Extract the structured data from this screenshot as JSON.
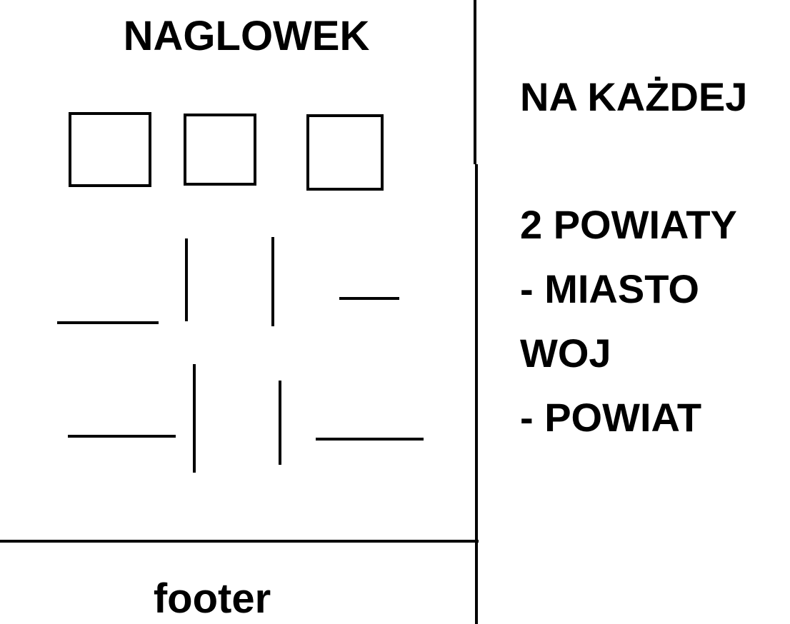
{
  "header": {
    "title": "NAGLOWEK"
  },
  "footer": {
    "label": "footer"
  },
  "notes": [
    "NA KAŻDEJ",
    "2 POWIATY",
    "- MIASTO",
    "WOJ",
    "- POWIAT"
  ],
  "colors": {
    "ink": "#000000",
    "paper": "#ffffff"
  }
}
